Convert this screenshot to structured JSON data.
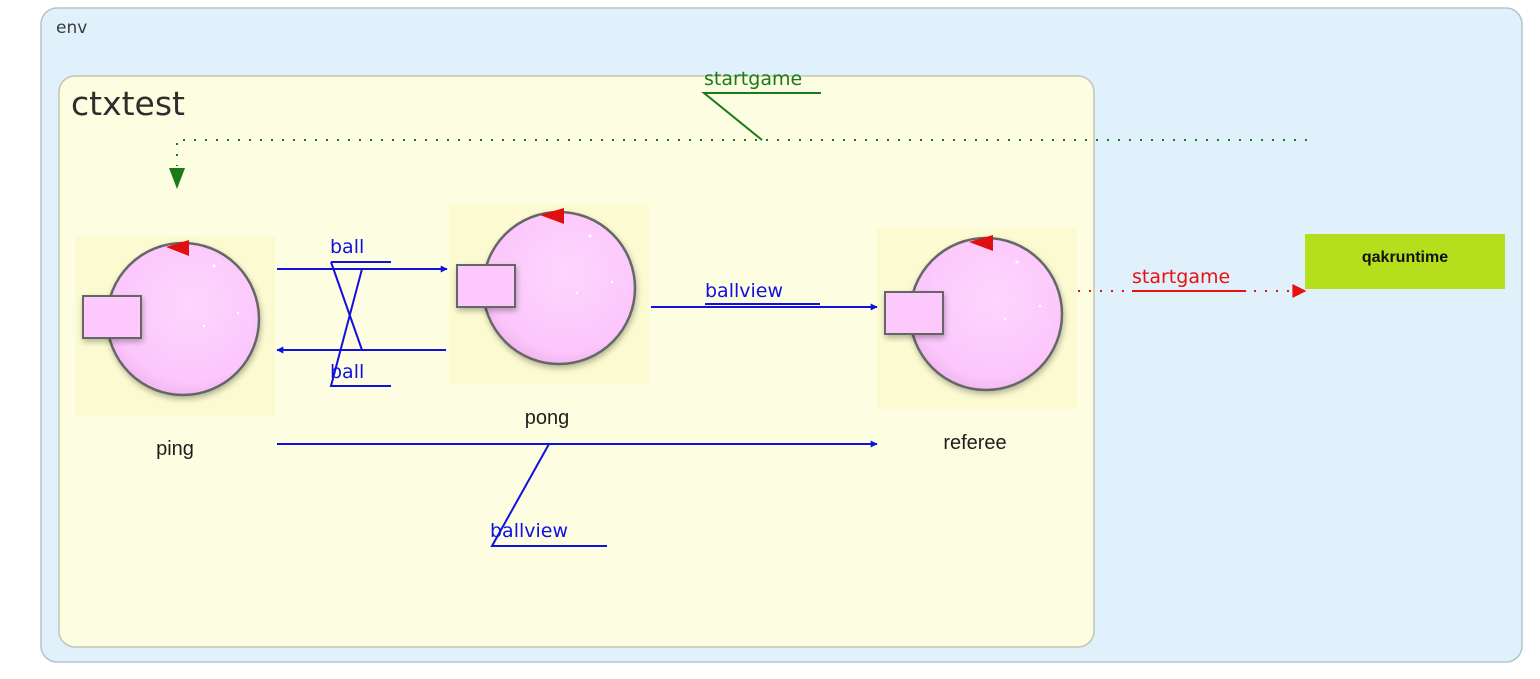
{
  "env": {
    "label": "env"
  },
  "context": {
    "label": "ctxtest"
  },
  "actors": {
    "ping": "ping",
    "pong": "pong",
    "referee": "referee"
  },
  "external": {
    "label": "qakruntime"
  },
  "messages": {
    "startgame_event": "startgame",
    "ball_ping_to_pong": "ball",
    "ball_pong_to_ping": "ball",
    "ballview_pong_to_referee": "ballview",
    "ballview_ping_to_referee": "ballview",
    "startgame_referee_to_runtime": "startgame"
  },
  "colors": {
    "env_fill": "#e0f1fb",
    "env_stroke": "#b5c4cc",
    "context_fill": "#fdfde1",
    "context_stroke": "#c4c4b4",
    "actor_bg": "#fbfad0",
    "actor_fill": "#fdc9fd",
    "actor_stroke": "#666666",
    "actor_marker": "#e01010",
    "message_blue": "#1010e0",
    "event_green": "#1a7a1a",
    "dispatch_red": "#e81010",
    "external_fill": "#b5de1c"
  },
  "icons": {
    "actor": "actor-circle-icon",
    "marker": "red-triangle-marker-icon",
    "port": "actor-port-square-icon"
  }
}
